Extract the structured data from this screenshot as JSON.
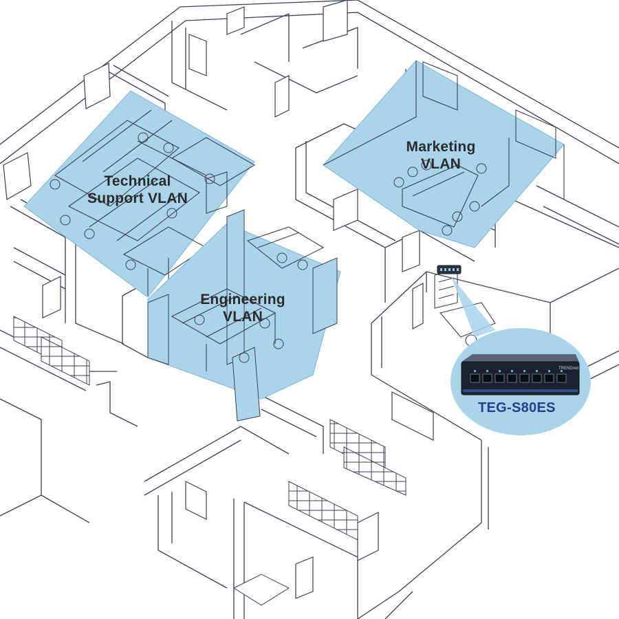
{
  "zones": {
    "technical_support": {
      "line1": "Technical",
      "line2": "Support VLAN"
    },
    "marketing": {
      "line1": "Marketing",
      "line2": "VLAN"
    },
    "engineering": {
      "line1": "Engineering",
      "line2": "VLAN"
    }
  },
  "device": {
    "model": "TEG-S80ES",
    "brand_mark": "TRENDnet",
    "port_count": 8
  },
  "colors": {
    "vlan_fill": "#a9d4ea",
    "line": "#3a3f52",
    "device_body": "#1d2230",
    "model_text": "#1f3f8f"
  }
}
